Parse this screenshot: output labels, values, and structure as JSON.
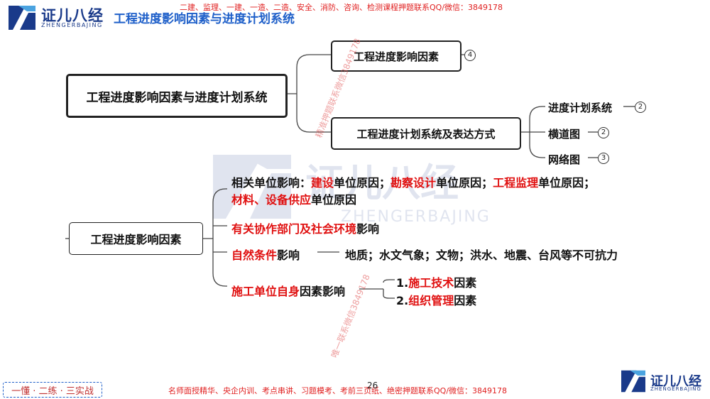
{
  "header": {
    "logo_cn": "证儿八经",
    "logo_en": "ZHENGERBAJING",
    "title": "工程进度影响因素与进度计划系统",
    "promo": "二建、监理、一建、一造、二造、安全、消防、咨询、检测课程押题联系QQ/微信：3849178"
  },
  "map1": {
    "root": "工程进度影响因素与进度计划系统",
    "branches": [
      {
        "label": "工程进度影响因素",
        "num": "4"
      },
      {
        "label": "工程进度计划系统及表达方式"
      }
    ],
    "leaves": [
      {
        "label": "进度计划系统",
        "num": "2"
      },
      {
        "label": "横道图",
        "num": "2"
      },
      {
        "label": "网络图",
        "num": "3"
      }
    ]
  },
  "map2": {
    "root": "工程进度影响因素",
    "item1": {
      "l1": [
        "相关单位影响：",
        "建设",
        "单位原因；",
        "勘察设计",
        "单位原因；",
        "工程监理",
        "单位原因；"
      ],
      "l2": [
        "材料、设备供应",
        "单位原因"
      ]
    },
    "item2": [
      "有关协作部门及社会环境",
      "影响"
    ],
    "item3": {
      "parts": [
        "自然条件",
        "影响"
      ],
      "detail": "地质；水文气象；文物；洪水、地震、台风等不可抗力"
    },
    "item4": {
      "parts": [
        "施工单位自身",
        "因素影响"
      ],
      "subs": [
        {
          "prefix": "1.",
          "red": "施工技术",
          "suffix": "因素"
        },
        {
          "prefix": "2.",
          "red": "组织管理",
          "suffix": "因素"
        }
      ]
    }
  },
  "watermark": {
    "big_cn": "证儿八经",
    "big_en": "ZHENGERBAJING",
    "diag1": "精准押题联系微信3849178",
    "diag2": "唯一联系微信3849178"
  },
  "footer": {
    "slogan": "一懂 · 二练 · 三实战",
    "promo": "名师面授精华、央企内训、考点串讲、习题模考、考前三页纸、绝密押题联系QQ/微信：3849178",
    "page": "26",
    "logo_cn": "证儿八经",
    "logo_en": "ZHENGERBAJING"
  },
  "colors": {
    "brand_blue": "#1a3a8a",
    "title_blue": "#1e5fc9",
    "highlight_red": "#e01010"
  }
}
